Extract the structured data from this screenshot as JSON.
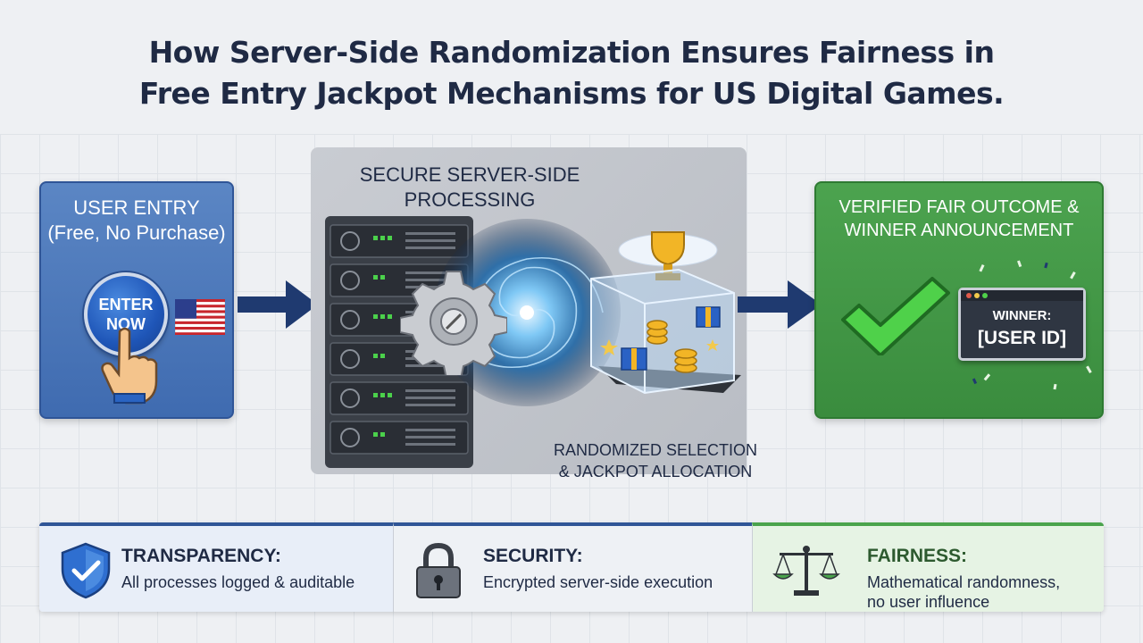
{
  "title": {
    "line1": "How Server-Side Randomization Ensures Fairness in",
    "line2": "Free Entry Jackpot Mechanisms for US Digital Games."
  },
  "user_entry": {
    "title": "USER ENTRY\n(Free, No Purchase)",
    "button_label": "ENTER\nNOW"
  },
  "server": {
    "title": "SECURE SERVER-SIDE\nPROCESSING",
    "caption": "RANDOMIZED SELECTION\n& JACKPOT ALLOCATION"
  },
  "outcome": {
    "title": "VERIFIED FAIR OUTCOME &\nWINNER ANNOUNCEMENT",
    "winner_label": "WINNER:",
    "winner_value": "[USER ID]"
  },
  "pillars": [
    {
      "heading": "TRANSPARENCY:",
      "text": "All processes logged & auditable"
    },
    {
      "heading": "SECURITY:",
      "text": "Encrypted server-side execution"
    },
    {
      "heading": "FAIRNESS:",
      "text": "Mathematical randomness,\nno user influence"
    }
  ],
  "colors": {
    "navy": "#1f2a44",
    "blue_panel": "#3f6bb0",
    "green_panel": "#3a8c3e",
    "check_green": "#3fbf3f",
    "arrow_navy": "#1f3a70"
  },
  "icons": [
    "hand-pointer-icon",
    "us-flag-icon",
    "server-rack-icon",
    "gear-icon",
    "trophy-icon",
    "gift-icon",
    "coin-stack-icon",
    "checkmark-icon",
    "shield-check-icon",
    "padlock-icon",
    "balance-scale-icon"
  ]
}
